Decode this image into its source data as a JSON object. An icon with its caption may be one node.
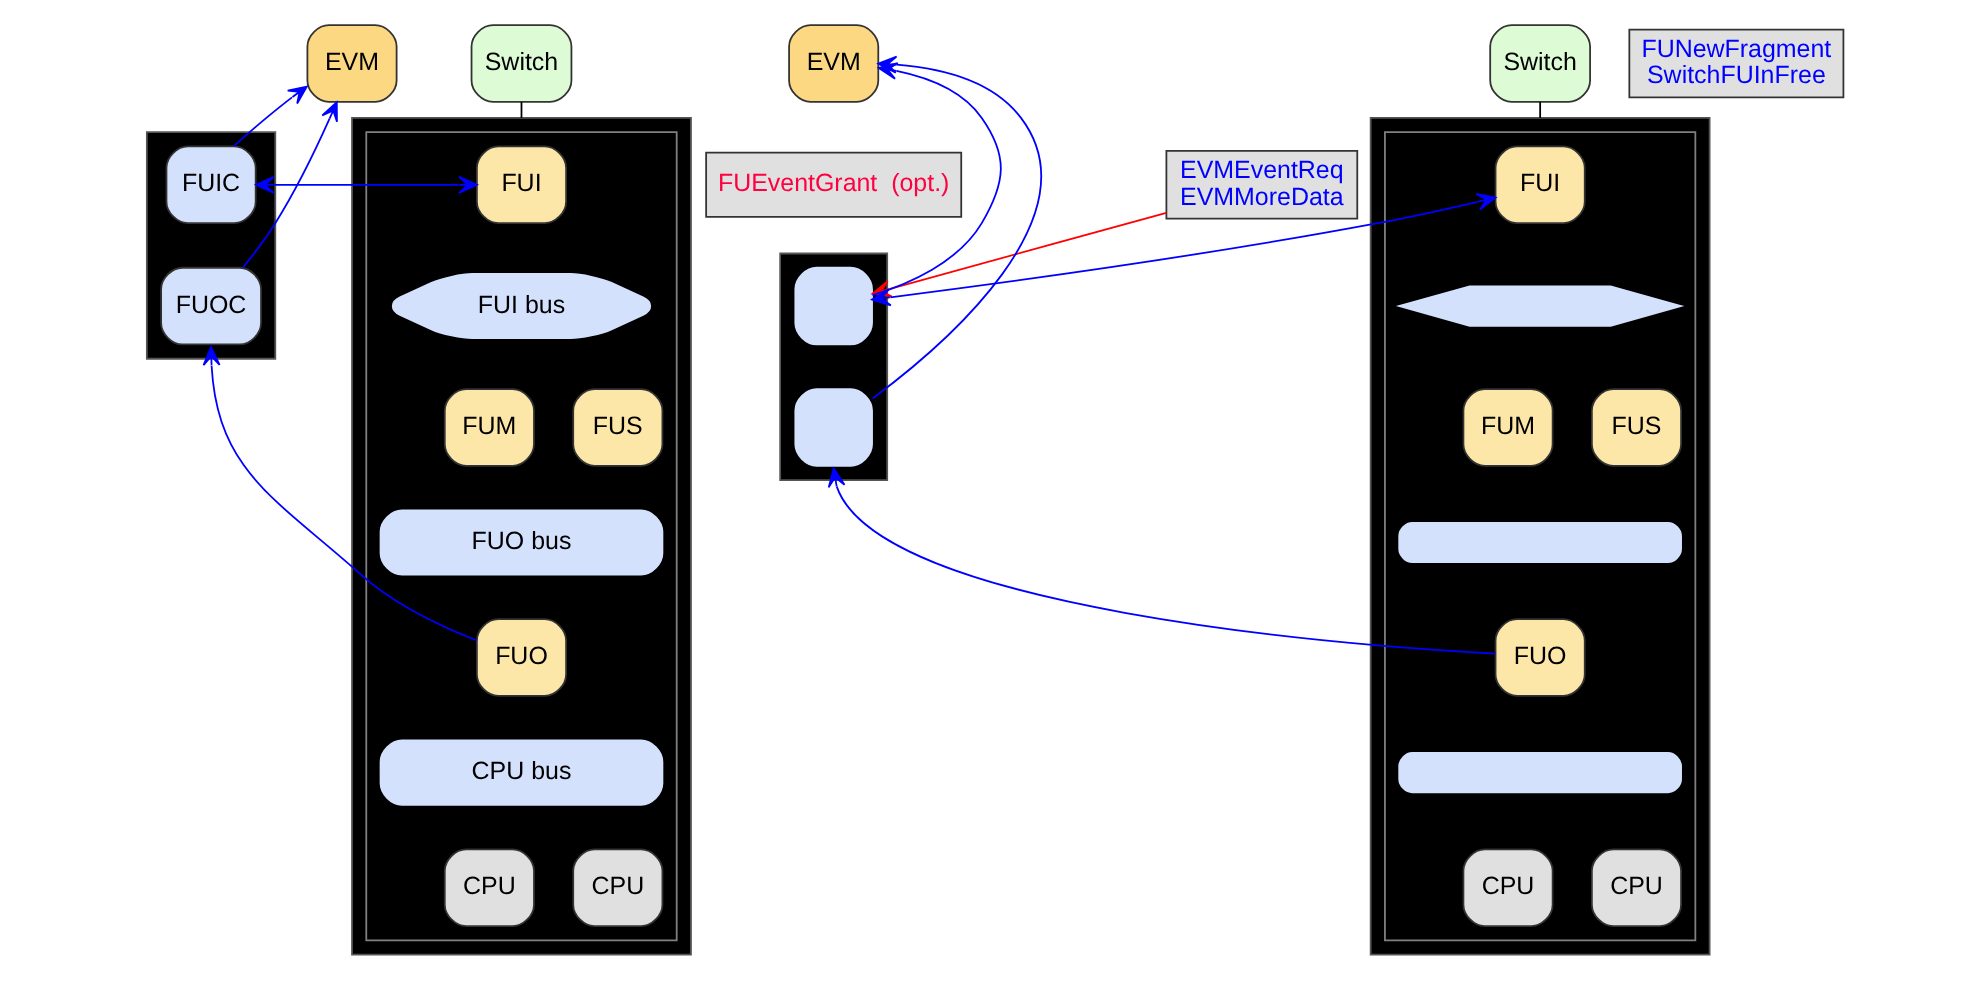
{
  "diagram": {
    "nodes": [
      {
        "text": [
          "EVM"
        ]
      },
      {
        "text": [
          "Switch"
        ]
      },
      {
        "text": [],
        "shape": "box"
      },
      {
        "text": [
          "FUIC"
        ],
        "in": 2
      },
      {
        "text": [
          "FUOC"
        ],
        "in": 2
      },
      {
        "text": [],
        "shape": "box"
      },
      {
        "text": [],
        "shape": "box",
        "in": 5
      },
      {
        "text": [
          "FUI"
        ],
        "in": 6
      },
      {
        "text": [
          "FUI bus"
        ],
        "in": 6
      },
      {
        "text": [
          "FUM"
        ],
        "in": 6
      },
      {
        "text": [
          "FUS"
        ],
        "in": 6
      },
      {
        "text": [
          "FUO bus"
        ],
        "in": 6
      },
      {
        "text": [
          "FUO"
        ],
        "in": 6
      },
      {
        "text": [
          "CPU bus"
        ],
        "in": 6
      },
      {
        "text": [
          "CPU"
        ],
        "in": 6
      },
      {
        "text": [
          "CPU"
        ],
        "in": 6
      },
      {
        "text": [
          "EVM"
        ]
      },
      {
        "text": [
          "Switch"
        ]
      },
      {
        "text": [
          "FUNewFragment",
          "SwitchFUInFree"
        ]
      },
      {
        "text": [
          "FUEventGrant  (opt.)"
        ]
      },
      {
        "text": [
          "EVMEventReq",
          "EVMMoreData"
        ]
      },
      {
        "text": [],
        "shape": "box"
      },
      {
        "text": [],
        "shape": "box",
        "in": 21
      },
      {
        "text": [],
        "shape": "box",
        "in": 21
      },
      {
        "text": [],
        "shape": "box"
      },
      {
        "text": [],
        "shape": "box",
        "in": 24
      },
      {
        "text": [
          "FUI"
        ],
        "in": 25
      },
      {
        "text": [],
        "shape": "hexagon",
        "in": 25
      },
      {
        "text": [
          "FUM"
        ],
        "in": 25
      },
      {
        "text": [
          "FUS"
        ],
        "in": 25
      },
      {
        "text": [],
        "shape": "bar",
        "in": 25
      },
      {
        "text": [
          "FUO"
        ],
        "in": 25
      },
      {
        "text": [],
        "shape": "bar",
        "in": 25
      },
      {
        "text": [
          "CPU"
        ],
        "in": 25
      },
      {
        "text": [
          "CPU"
        ],
        "in": 25
      }
    ],
    "edges": [
      {
        "from": 1,
        "to": 5,
        "arrow": "none",
        "color": "#000000"
      },
      {
        "from": 3,
        "to": 0,
        "arrow": "to"
      },
      {
        "from": 4,
        "to": 0,
        "arrow": "to"
      },
      {
        "from": 3,
        "to": 7,
        "arrow": "both"
      },
      {
        "from": 12,
        "to": 4,
        "arrow": "to"
      },
      {
        "from": 17,
        "to": 24,
        "arrow": "none",
        "color": "#000000"
      },
      {
        "from": 22,
        "to": 16,
        "arrow": "to"
      },
      {
        "from": 23,
        "to": 16,
        "arrow": "to"
      },
      {
        "from": 22,
        "to": 26,
        "arrow": "both"
      },
      {
        "from": 20,
        "to": 22,
        "arrow": "to",
        "color": "#ff0000"
      },
      {
        "from": 31,
        "to": 23,
        "arrow": "to"
      }
    ]
  }
}
